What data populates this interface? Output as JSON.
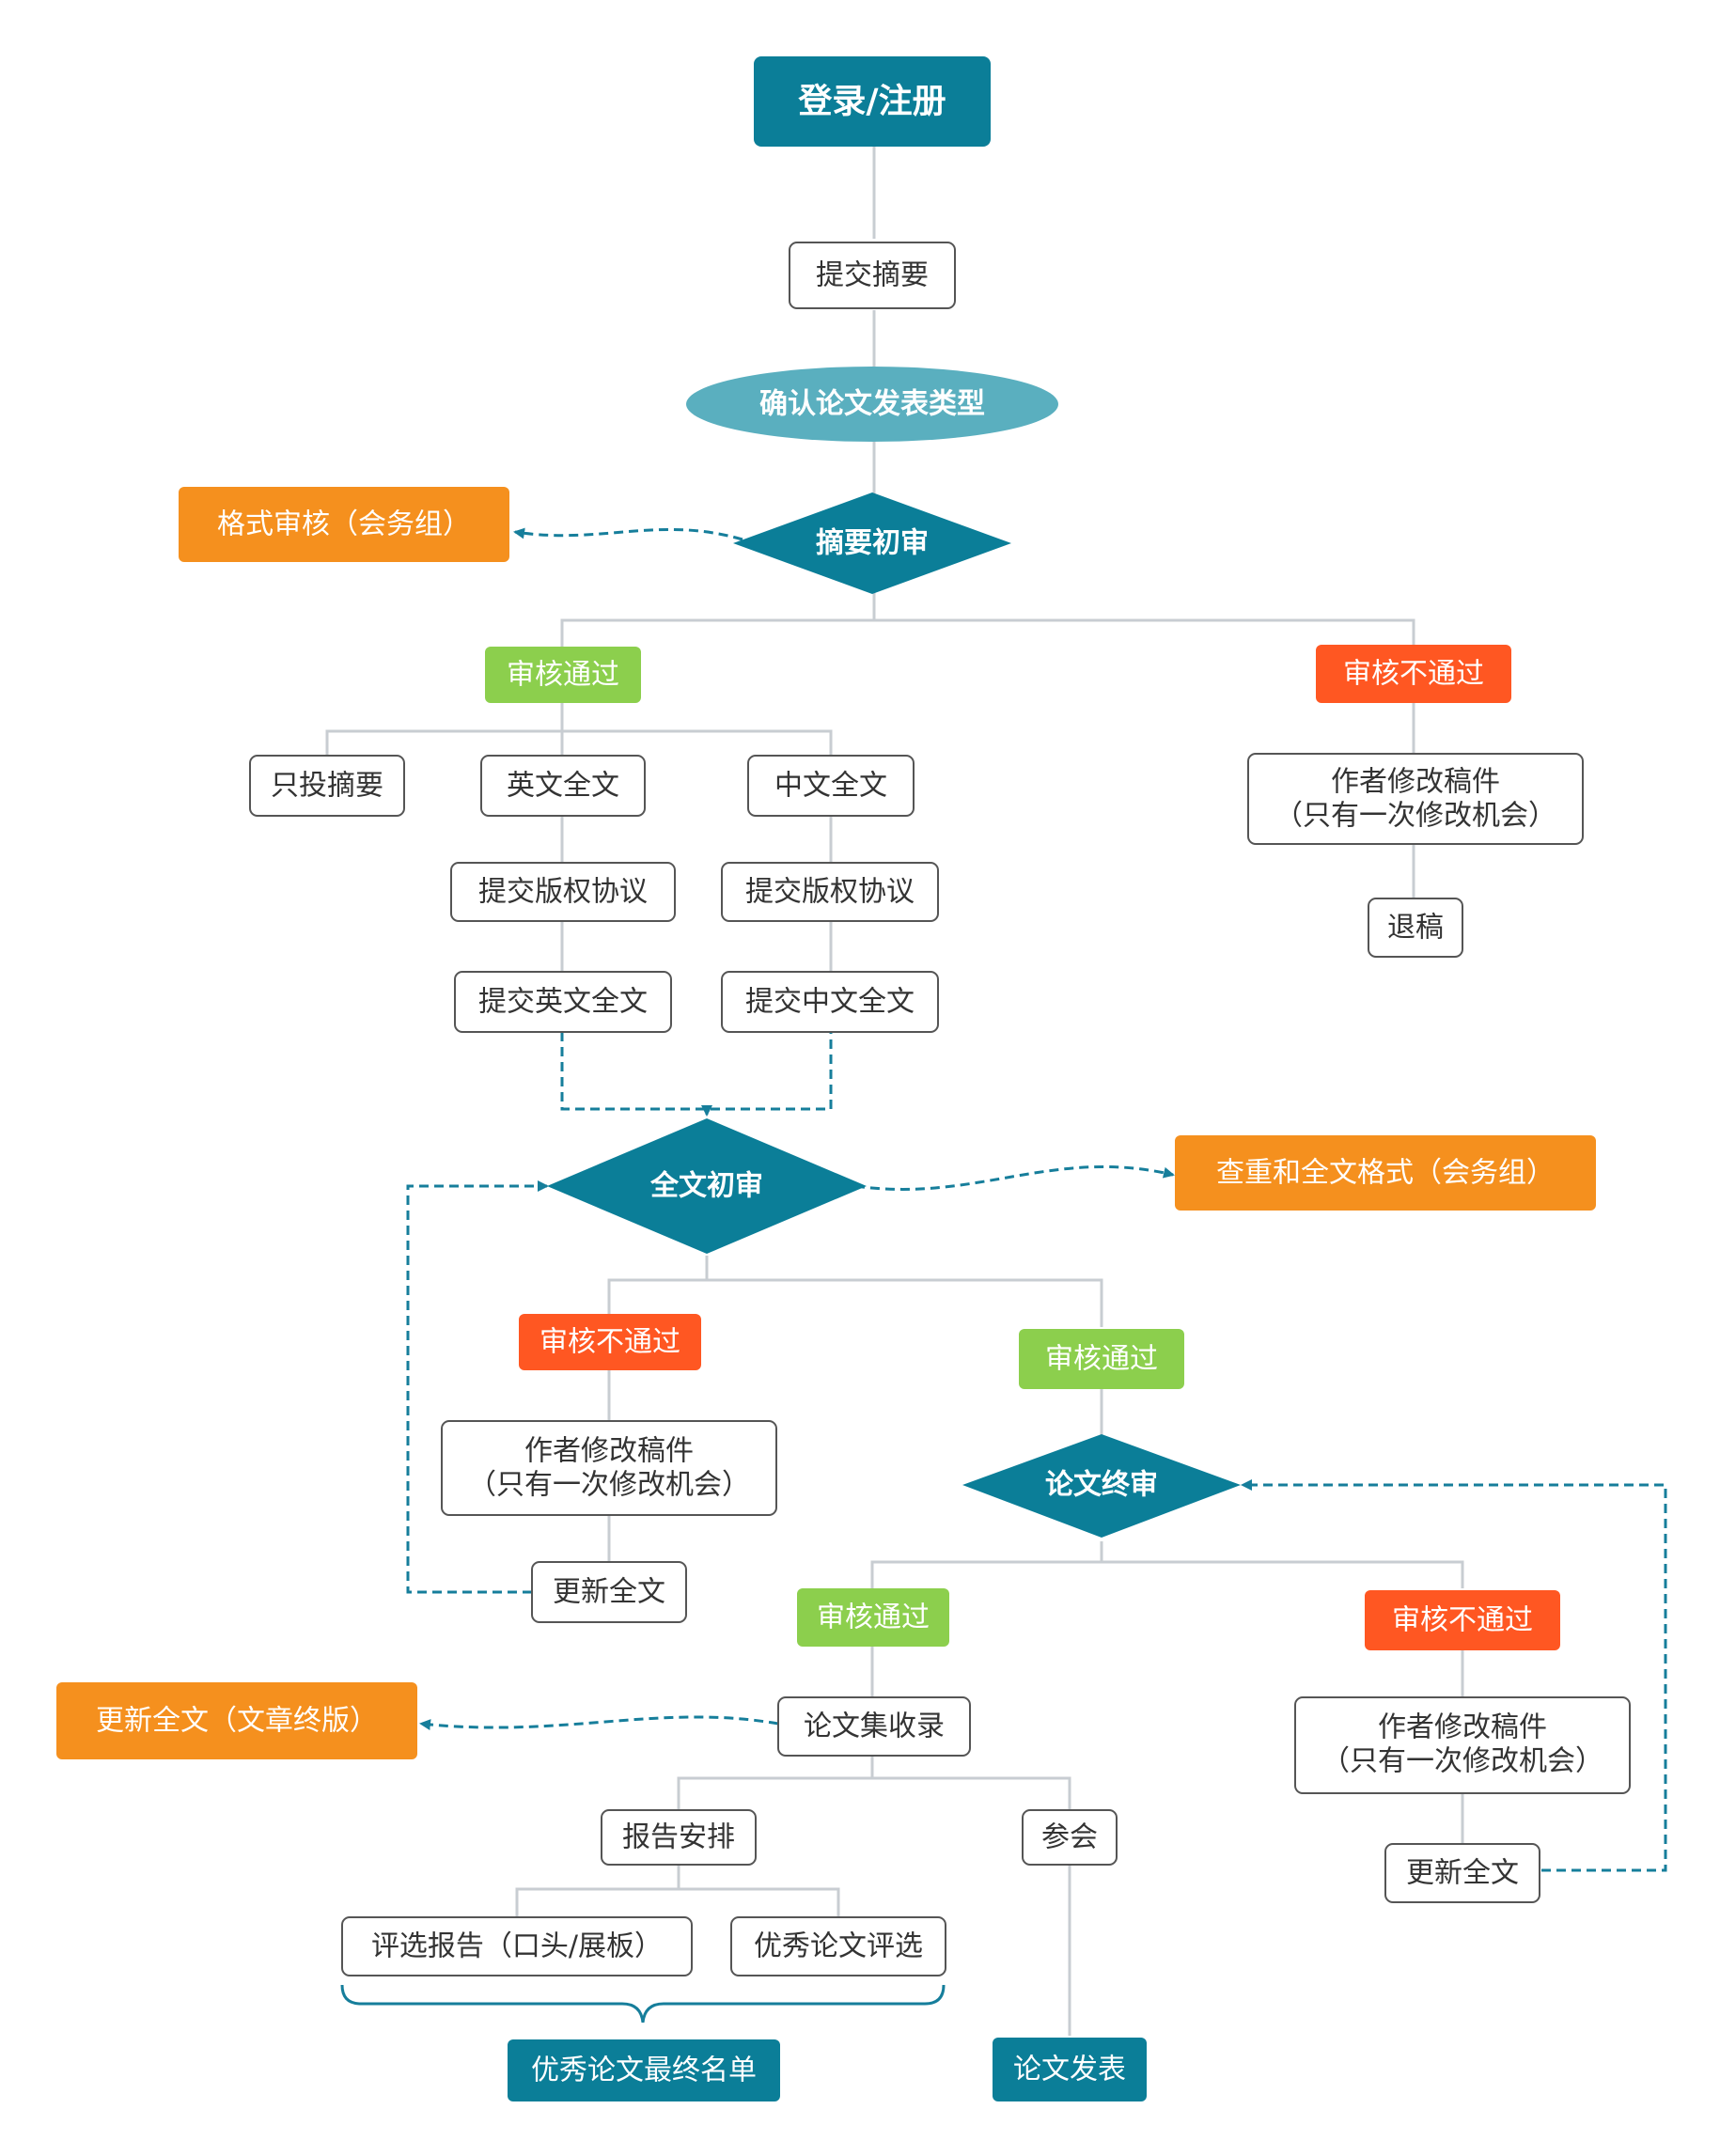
{
  "nodes": {
    "login": "登录/注册",
    "submit_abstract": "提交摘要",
    "confirm_type": "确认论文发表类型",
    "abstract_review": "摘要初审",
    "format_check": "格式审核（会务组）",
    "abs_pass": "审核通过",
    "abs_fail": "审核不通过",
    "abstract_only": "只投摘要",
    "english_full": "英文全文",
    "chinese_full": "中文全文",
    "copyright_en": "提交版权协议",
    "copyright_cn": "提交版权协议",
    "submit_en": "提交英文全文",
    "submit_cn": "提交中文全文",
    "abs_revise_line1": "作者修改稿件",
    "abs_revise_line2": "（只有一次修改机会）",
    "reject": "退稿",
    "full_review": "全文初审",
    "plagiarism_check": "查重和全文格式（会务组）",
    "full_fail": "审核不通过",
    "full_pass": "审核通过",
    "full_revise_line1": "作者修改稿件",
    "full_revise_line2": "（只有一次修改机会）",
    "update_full_1": "更新全文",
    "final_review": "论文终审",
    "final_pass": "审核通过",
    "final_fail": "审核不通过",
    "final_revise_line1": "作者修改稿件",
    "final_revise_line2": "（只有一次修改机会）",
    "update_full_2": "更新全文",
    "proceedings": "论文集收录",
    "update_final": "更新全文（文章终版）",
    "report_arrangement": "报告安排",
    "attend": "参会",
    "selection_report": "评选报告（口头/展板）",
    "excellent_selection": "优秀论文评选",
    "excellent_list": "优秀论文最终名单",
    "publication": "论文发表"
  },
  "colors": {
    "teal_dark": "#0b7e98",
    "teal_light": "#5aafbf",
    "orange": "#f5901e",
    "green": "#8ccf4d",
    "red": "#ff5722",
    "connector": "#c8cdd2",
    "dashed": "#167e9b",
    "box_border": "#555555",
    "text_dark": "#333333"
  }
}
